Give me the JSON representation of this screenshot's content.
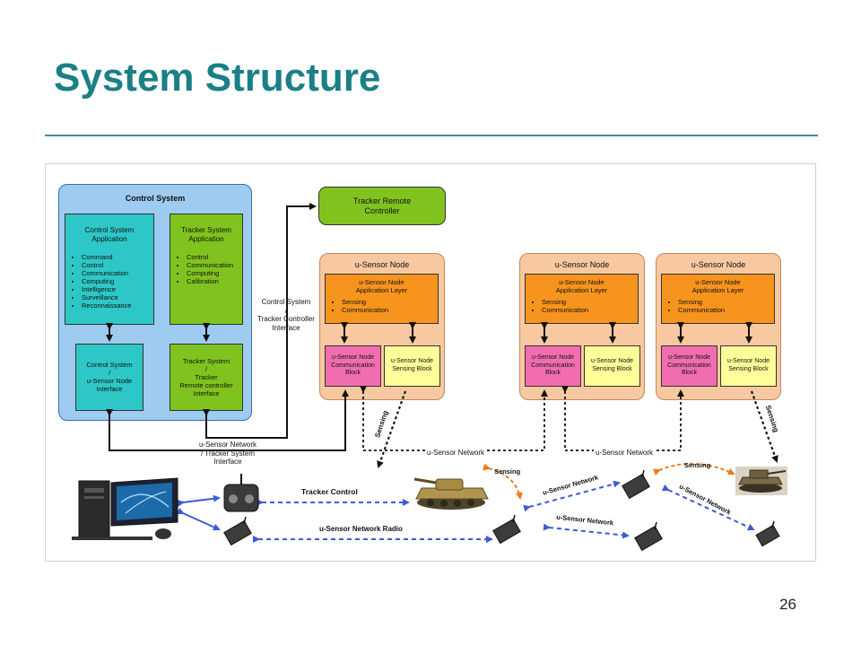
{
  "slide": {
    "title": "System Structure",
    "page_number": "26"
  },
  "control_system": {
    "title": "Control System",
    "cs_app": {
      "title": "Control System Application",
      "items": [
        "Command",
        "Control",
        "Communication",
        "Computing",
        "Intelligence",
        "Surveillance",
        "Reconnaissance"
      ]
    },
    "ts_app": {
      "title": "Tracker System Application",
      "items": [
        "Control",
        "Communication",
        "Computing",
        "Calibration"
      ]
    },
    "cs_iface": {
      "l1": "Control System",
      "l2": "/",
      "l3": "u-Sensor Node",
      "l4": "Interface"
    },
    "ts_iface": {
      "l1": "Tracker System",
      "l2": "/",
      "l3": "Tracker",
      "l4": "Remote controller",
      "l5": "Interface"
    }
  },
  "tracker_remote": {
    "l1": "Tracker Remote",
    "l2": "Controller"
  },
  "sensor_node": {
    "title": "u-Sensor Node",
    "app_l1": "u-Sensor Node",
    "app_l2": "Application Layer",
    "items": [
      "Sensing",
      "Communication"
    ],
    "comm_l1": "u-Sensor Node",
    "comm_l2": "Communication",
    "comm_l3": "Block",
    "sens_l1": "u-Sensor Node",
    "sens_l2": "Sensing Block"
  },
  "labels": {
    "cs_tc_l1": "Control System",
    "cs_tc_l2": "/",
    "cs_tc_l3": "Tracker Controller",
    "cs_tc_l4": "Interface",
    "usn_ts_l1": "u-Sensor  Network",
    "usn_ts_l2": "/ Tracker System",
    "usn_ts_l3": "Interface",
    "usn_net_1": "u-Sensor  Network",
    "usn_net_2": "u-Sensor  Network",
    "sensing": "Sensing",
    "tracker_control": "Tracker Control",
    "usn_radio": "u-Sensor Network  Radio",
    "usn_net_diag1": "u-Sensor Network",
    "usn_net_diag2": "u-Sensor Network",
    "usn_net_diag3": "u-Sensor Network"
  },
  "colors": {
    "title": "#1b7f86",
    "control_bg": "#9ecbf0",
    "cyan_box": "#2ec7c7",
    "green_box": "#80c31e",
    "peach_bg": "#f8c9a0",
    "orange_box": "#f7941d",
    "pink_box": "#f26db0",
    "yellow_box": "#ffff99",
    "dashed_blue": "#3d5bd6",
    "dashed_orange": "#f07a1a"
  }
}
